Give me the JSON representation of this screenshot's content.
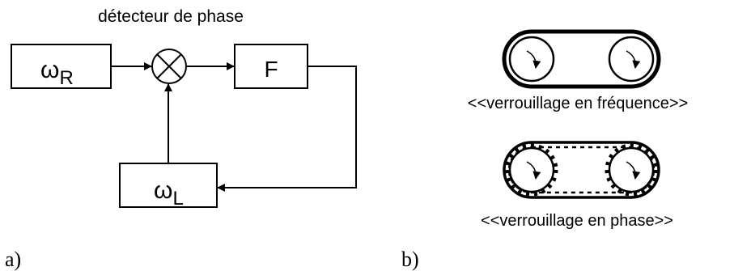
{
  "panel_a": {
    "caption": "a)",
    "phase_detector_label": "détecteur de phase",
    "ref_block": {
      "symbol": "ω",
      "subscript": "R"
    },
    "filter_block": {
      "label": "F"
    },
    "vco_block": {
      "symbol": "ω",
      "subscript": "L"
    }
  },
  "panel_b": {
    "caption": "b)",
    "freq_lock_label": "<<verrouillage en fréquence>>",
    "phase_lock_label": "<<verrouillage en phase>>"
  },
  "colors": {
    "line": "#000000",
    "background": "#ffffff"
  }
}
